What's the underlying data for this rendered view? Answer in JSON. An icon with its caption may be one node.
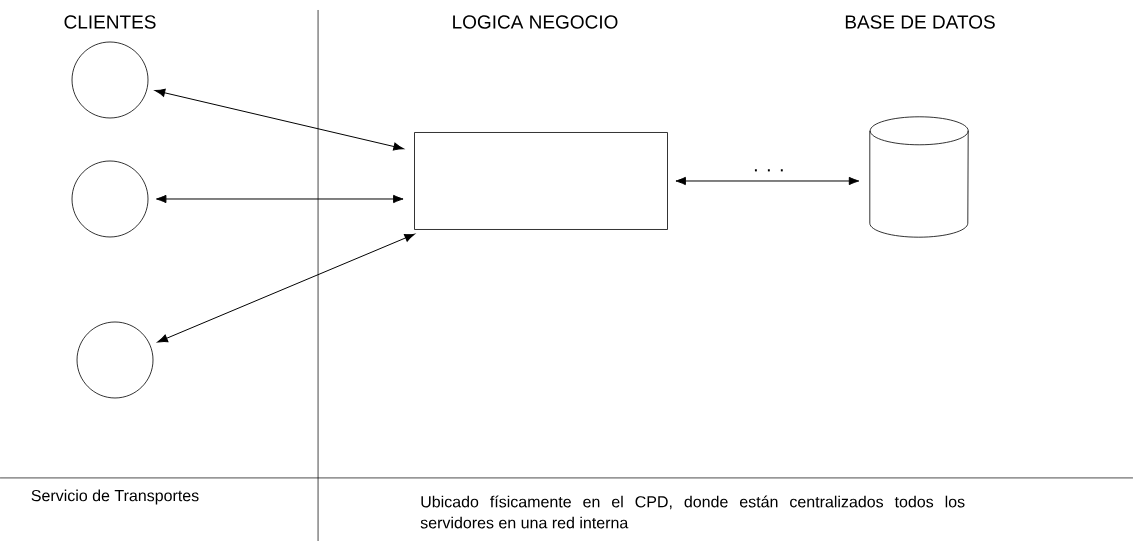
{
  "diagram": {
    "nodes": [
      {
        "text": [],
        "shape": "circle"
      },
      {
        "text": [],
        "shape": "circle"
      },
      {
        "text": [],
        "shape": "circle"
      },
      {
        "text": [],
        "shape": "box"
      },
      {
        "text": [],
        "shape": "cylinder"
      }
    ],
    "edges": [
      {
        "from": 0,
        "to": 3,
        "arrow": "both"
      },
      {
        "from": 1,
        "to": 3,
        "arrow": "both"
      },
      {
        "from": 2,
        "to": 3,
        "arrow": "both"
      },
      {
        "from": 3,
        "to": 4,
        "arrow": "both",
        "label": ". . ."
      }
    ],
    "labels": [
      "CLIENTES",
      "LOGICA  NEGOCIO",
      "BASE DE DATOS",
      "Servicio de Transportes",
      "Ubicado físicamente en el CPD, donde están centralizados todos los servidores en una red interna"
    ]
  }
}
